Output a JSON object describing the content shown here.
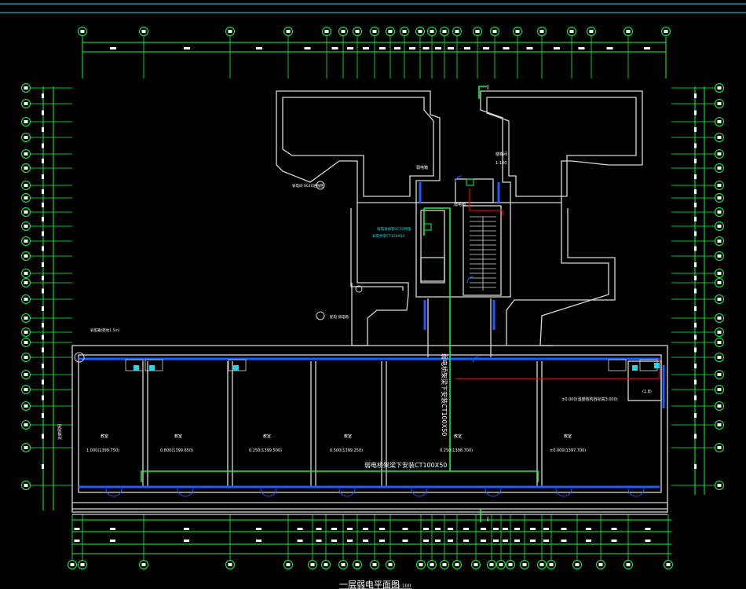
{
  "drawing": {
    "title": "一层弱电平面图",
    "scale": "1:100",
    "colors": {
      "background": "#000000",
      "wall": "#d8d8d8",
      "axis_green": "#00ff3c",
      "cable_red": "#e00000",
      "window_blue": "#1f5bff",
      "cyan": "#22d8e8"
    }
  },
  "annotations": {
    "tray_horizontal": "弱电桥架梁下安装CT100X50",
    "tray_vertical": "弱电桥架梁下安装CT100X50",
    "stair_room": "楼梯间",
    "scale_small": "1:100",
    "weak_box_1": "弱电箱",
    "weak_box_2": "弱电箱",
    "elev_right": "±0.000(湿度结构自标高3.000)",
    "room_right": "(1.8)",
    "cyan_note_1": "弱电进线管SC50预埋",
    "cyan_note_2": "弱电桥架CT150X50",
    "left_note": "弱电间 SC40进线管",
    "mid_note": "配电 弱电箱",
    "upper_note": "弱电箱(距地1.5m)",
    "left_side": "走廊照明"
  },
  "rooms": [
    {
      "name": "教室",
      "elev": "1.000(1399.750)"
    },
    {
      "name": "教室",
      "elev": "0.800(1399.650)"
    },
    {
      "name": "教室",
      "elev": "0.250(1399.500)"
    },
    {
      "name": "教室",
      "elev": "0.500(1399.250)"
    },
    {
      "name": "教室",
      "elev": "0.250(1398.700)"
    },
    {
      "name": "教室",
      "elev": "±0.000(1397.700)"
    }
  ]
}
